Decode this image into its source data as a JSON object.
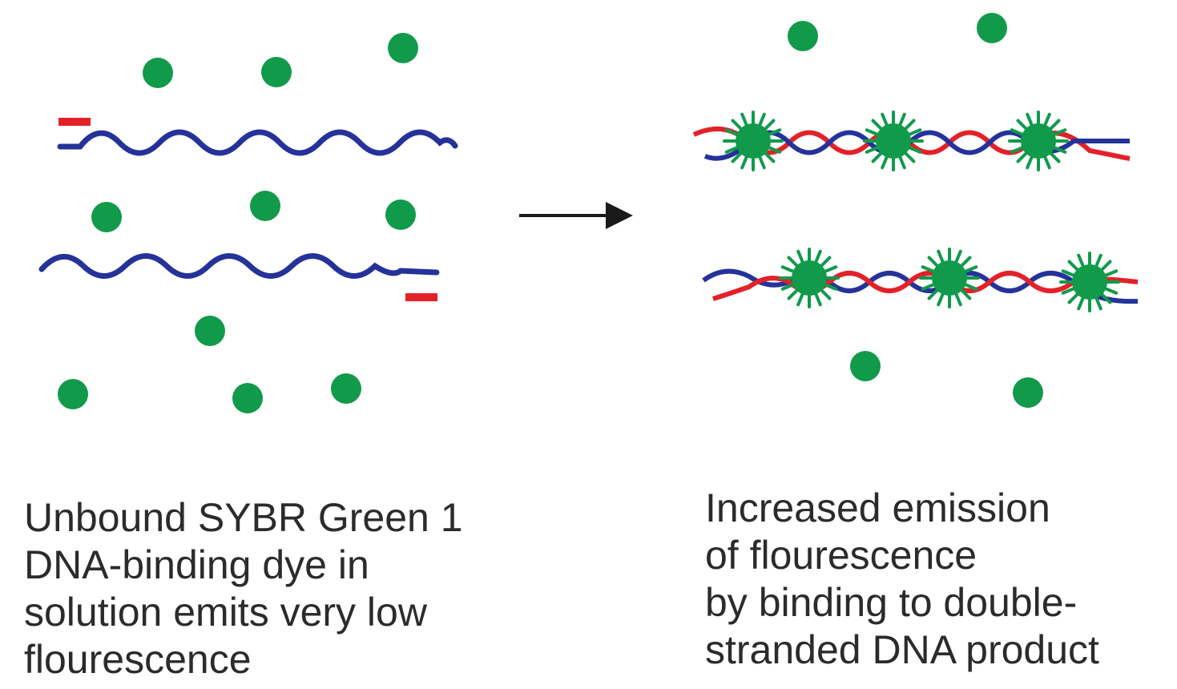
{
  "colors": {
    "dye": "#109a4a",
    "strand_blue": "#25329a",
    "strand_red": "#e22129",
    "arrow": "#1a1a1a",
    "text": "#2b2b2b"
  },
  "left_panel": {
    "caption_lines": [
      "Unbound SYBR Green 1",
      "DNA-binding dye in",
      "solution emits very low",
      "flourescence"
    ]
  },
  "right_panel": {
    "caption_lines": [
      "Increased emission",
      "of flourescence",
      "by binding to double-",
      "stranded DNA product"
    ]
  }
}
